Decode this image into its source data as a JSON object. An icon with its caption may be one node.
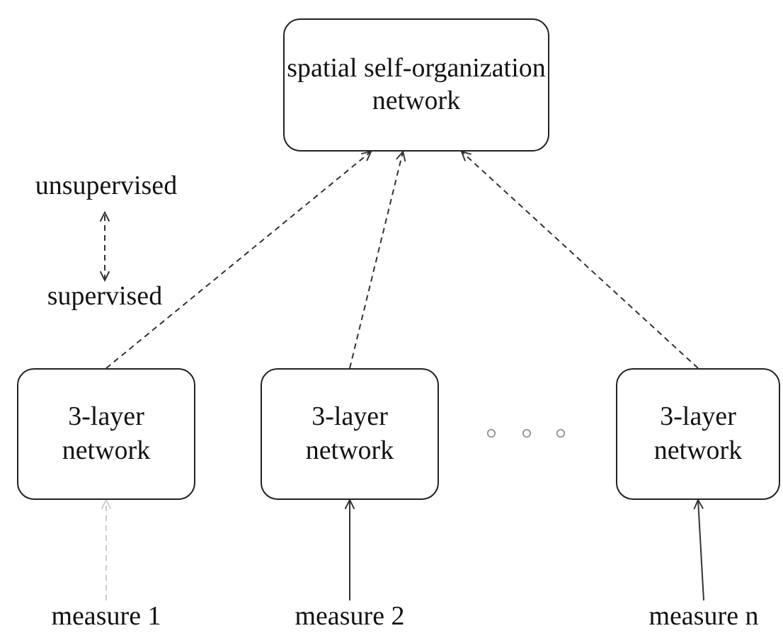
{
  "diagram": {
    "nodes": [
      {
        "text": [
          "spatial self-organization network"
        ]
      },
      {
        "text": [
          "unsupervised"
        ]
      },
      {
        "text": [
          "supervised"
        ]
      },
      {
        "text": [
          "3-layer network"
        ]
      },
      {
        "text": [
          "3-layer network"
        ]
      },
      {
        "text": [
          "3-layer network"
        ]
      },
      {
        "text": [
          "measure 1"
        ]
      },
      {
        "text": [
          "measure 2"
        ]
      },
      {
        "text": [
          "measure n"
        ]
      }
    ],
    "edges": [
      {
        "from": 2,
        "to": 1,
        "arrow": "both",
        "style": "dashed"
      },
      {
        "from": 3,
        "to": 0,
        "arrow": "to",
        "style": "dashed"
      },
      {
        "from": 4,
        "to": 0,
        "arrow": "to",
        "style": "dashed"
      },
      {
        "from": 5,
        "to": 0,
        "arrow": "to",
        "style": "dashed"
      },
      {
        "from": 6,
        "to": 3,
        "arrow": "to",
        "style": "dashed",
        "color": "#cccccc"
      },
      {
        "from": 7,
        "to": 4,
        "arrow": "to"
      },
      {
        "from": 8,
        "to": 5,
        "arrow": "to"
      }
    ]
  }
}
